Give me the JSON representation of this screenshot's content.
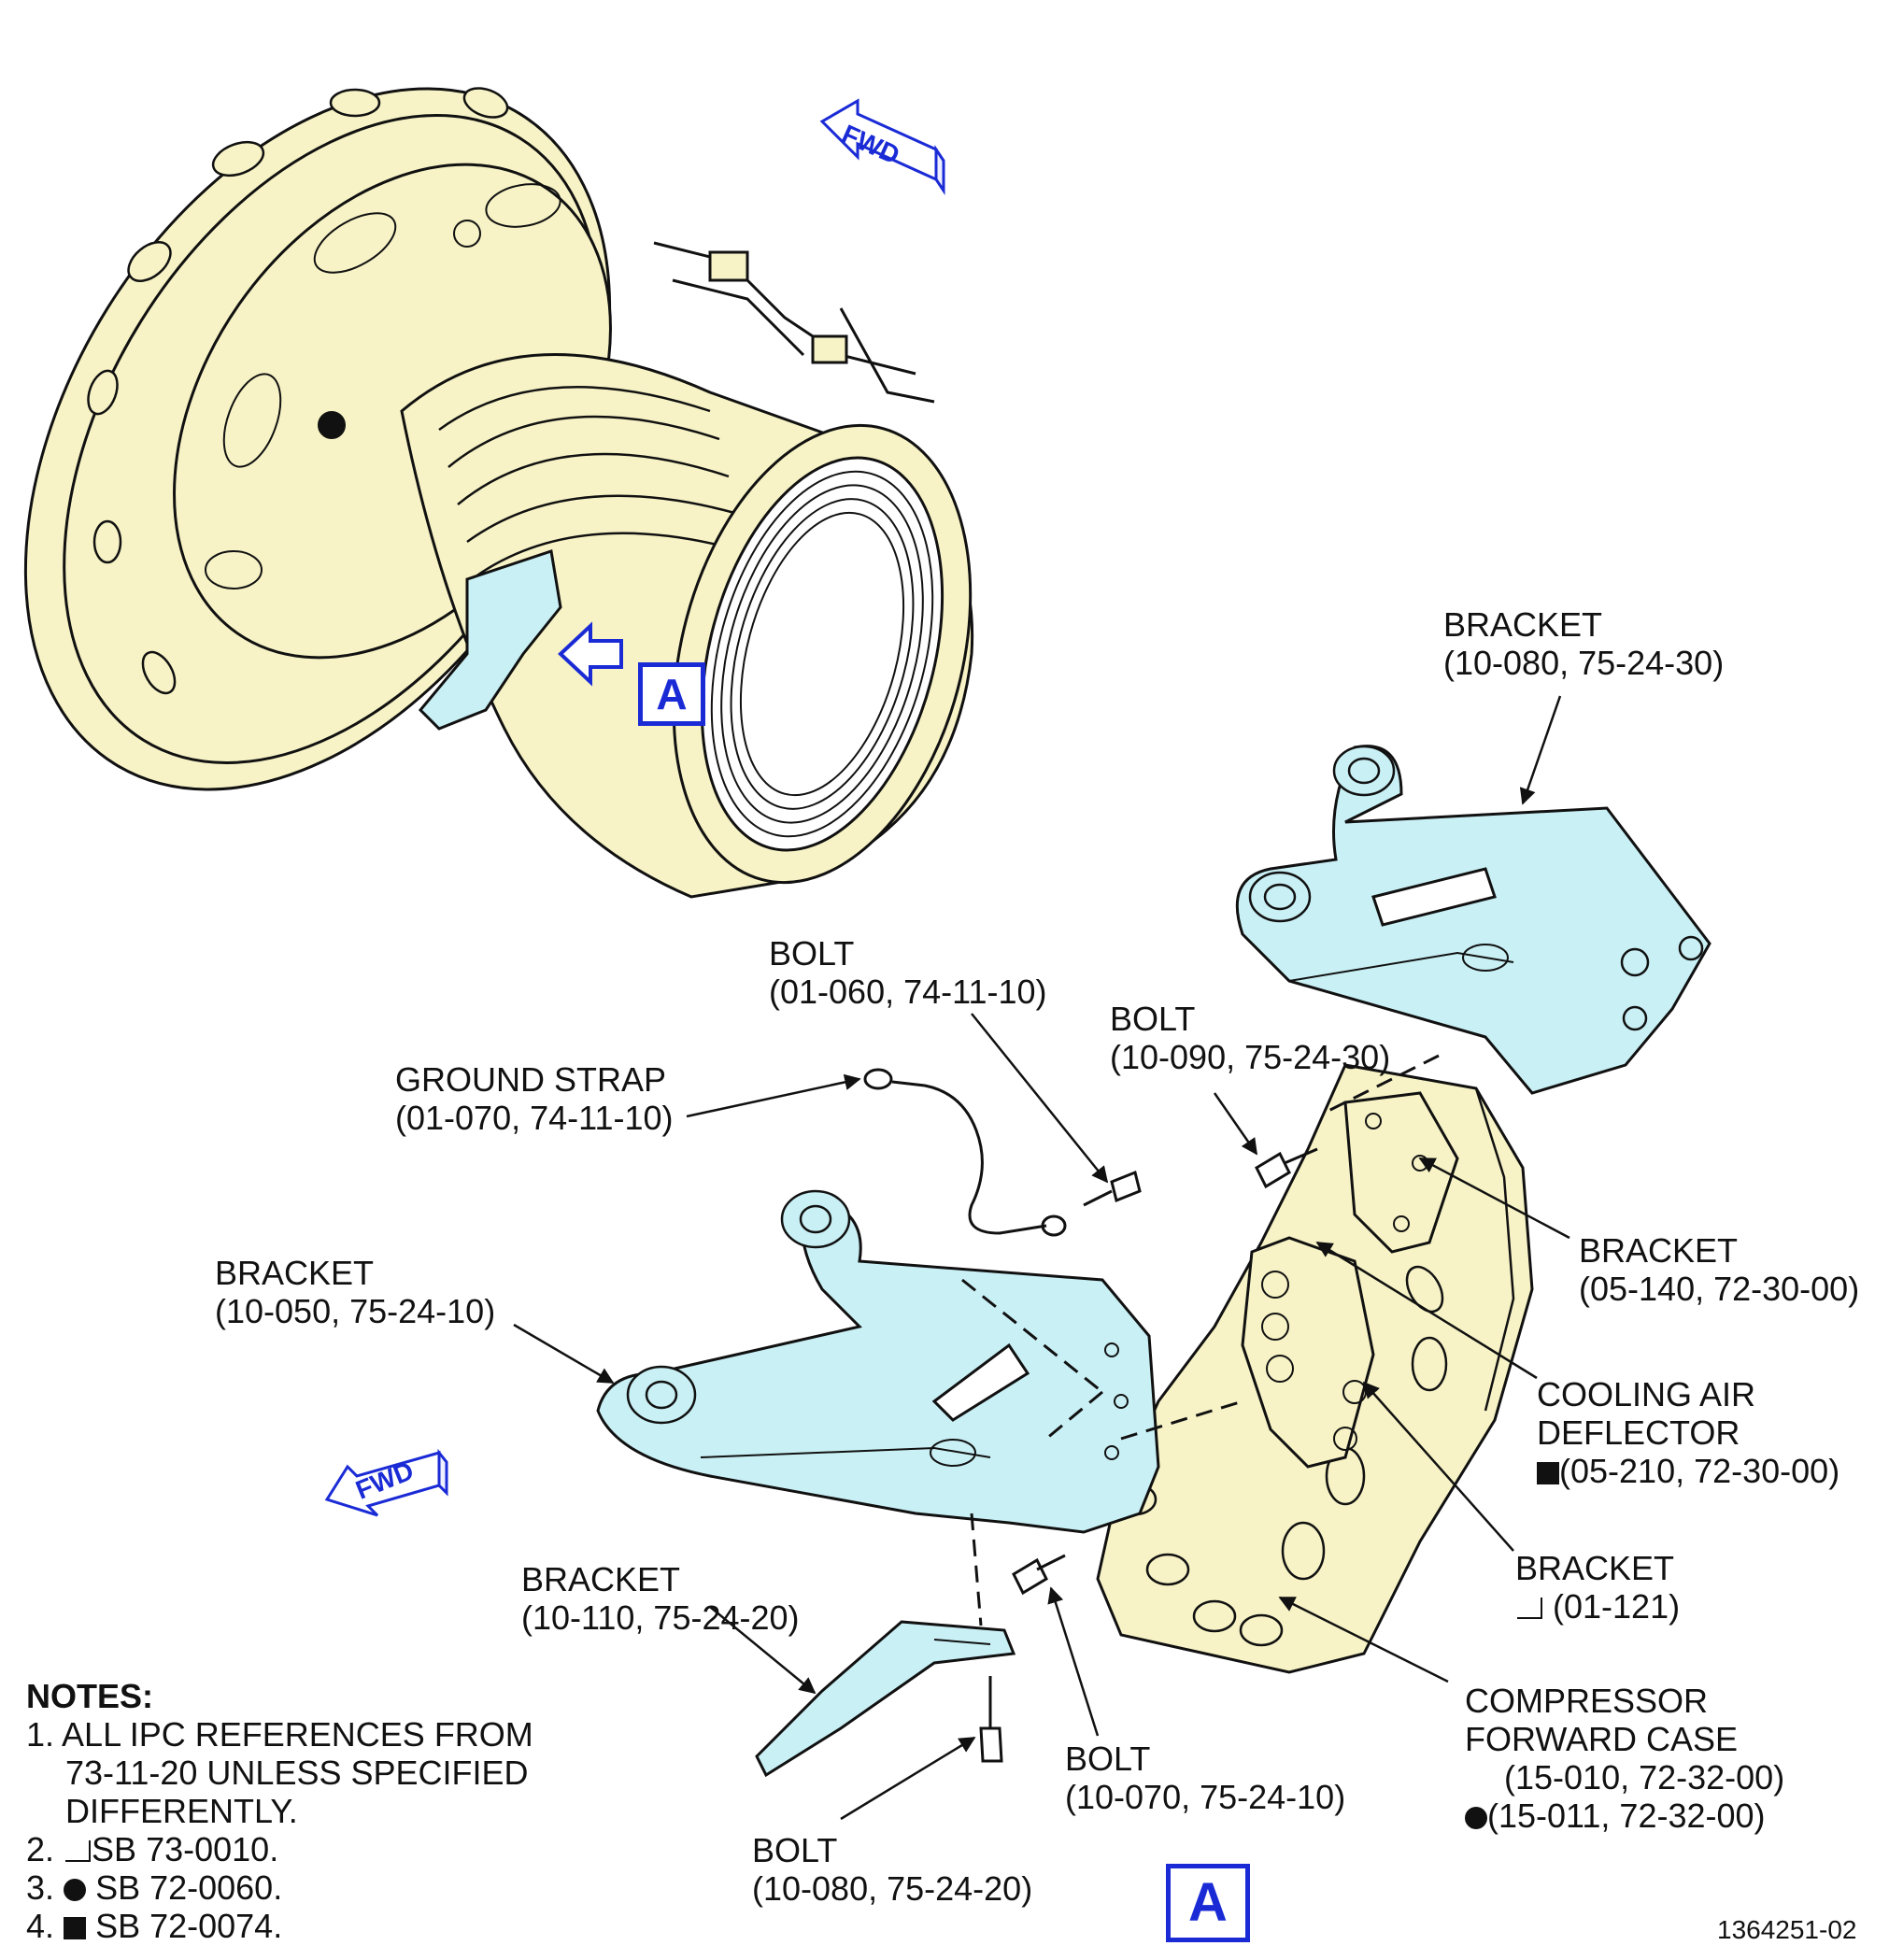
{
  "fwd_arrow_top": "FWD",
  "fwd_arrow_bottom": "FWD",
  "view_flag_small": "A",
  "view_flag_large": "A",
  "labels": {
    "bracket_10080_7530": [
      "BRACKET",
      "(10-080, 75-24-30)"
    ],
    "bolt_01060": [
      "BOLT",
      "(01-060, 74-11-10)"
    ],
    "bolt_10090": [
      "BOLT",
      "(10-090, 75-24-30)"
    ],
    "ground_strap": [
      "GROUND STRAP",
      "(01-070, 74-11-10)"
    ],
    "bracket_05140": [
      "BRACKET",
      "(05-140, 72-30-00)"
    ],
    "bracket_10050": [
      "BRACKET",
      "(10-050, 75-24-10)"
    ],
    "cooling_air": [
      "COOLING AIR",
      "DEFLECTOR",
      "(05-210, 72-30-00)"
    ],
    "bracket_01121": [
      "BRACKET",
      "(01-121)"
    ],
    "bracket_10110": [
      "BRACKET",
      "(10-110, 75-24-20)"
    ],
    "compressor_case": [
      "COMPRESSOR",
      "FORWARD CASE",
      "(15-010, 72-32-00)",
      "(15-011, 72-32-00)"
    ],
    "bolt_10070": [
      "BOLT",
      "(10-070, 75-24-10)"
    ],
    "bolt_10080_2420": [
      "BOLT",
      "(10-080, 75-24-20)"
    ]
  },
  "notes": {
    "heading": "NOTES:",
    "n1": "1. ALL IPC REFERENCES FROM",
    "n1b": "73-11-20 UNLESS SPECIFIED",
    "n1c": "DIFFERENTLY.",
    "n2_prefix": "2.",
    "n2_text": "SB 73-0010.",
    "n3_prefix": "3.",
    "n3_text": "SB 72-0060.",
    "n4_prefix": "4.",
    "n4_text": "SB 72-0074."
  },
  "figure_number": "1364251-02",
  "colors": {
    "engine_fill": "#f7f3c6",
    "part_fill": "#c9f0f5",
    "callout_blue": "#1a2bd6",
    "line": "#111111"
  }
}
